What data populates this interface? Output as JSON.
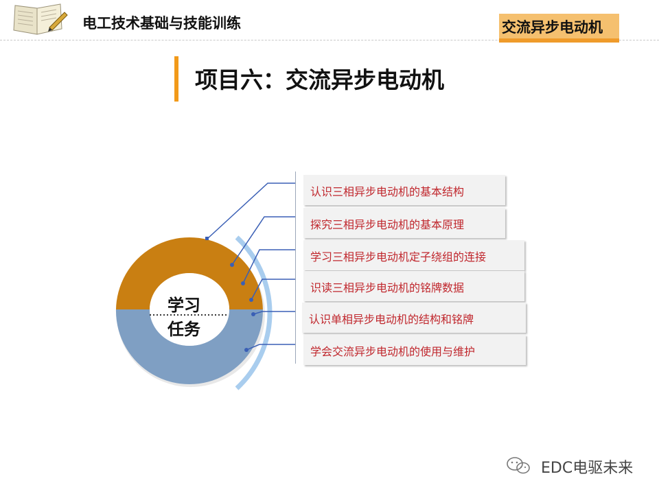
{
  "header": {
    "course_title": "电工技术基础与技能训练",
    "chapter_tag": "交流异步电动机"
  },
  "main": {
    "page_title": "项目六：交流异步电动机",
    "center_label_line1": "学习",
    "center_label_line2": "任务",
    "items": [
      {
        "label": "认识三相异步电动机的基本结构"
      },
      {
        "label": "探究三相异步电动机的基本原理"
      },
      {
        "label": "学习三相异步电动机定子绕组的连接"
      },
      {
        "label": "识读三相异步电动机的铭牌数据"
      },
      {
        "label": "认识单相异步电动机的结构和铭牌"
      },
      {
        "label": "学会交流异步电动机的使用与维护"
      }
    ]
  },
  "footer": {
    "brand": "EDC电驱未来",
    "icon": "wechat-icon"
  },
  "colors": {
    "accent_orange": "#f29a1a",
    "tag_fill": "#f5c06f",
    "donut_top": "#c97f12",
    "donut_bottom": "#7f9fc3",
    "connector_blue": "#3a5fb5",
    "item_text": "#c0272d"
  }
}
